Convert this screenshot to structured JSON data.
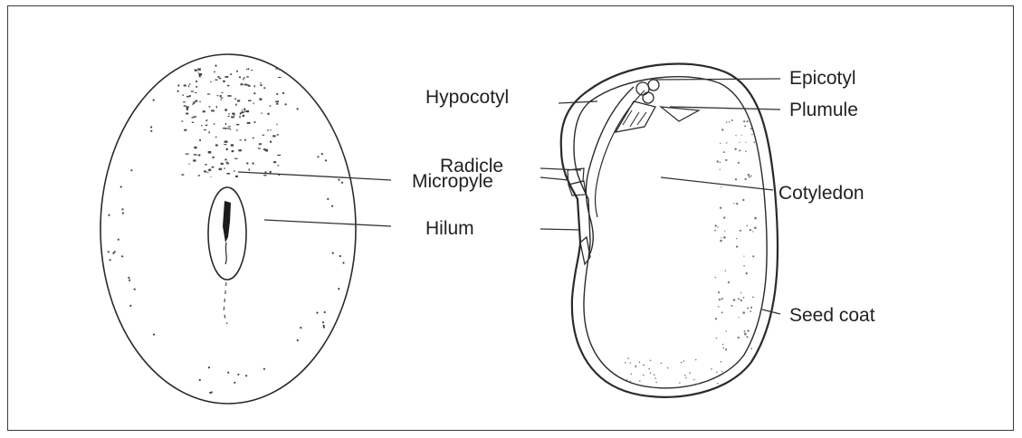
{
  "labels": {
    "epicotyl": "Epicotyl",
    "hypocotyl": "Hypocotyl",
    "plumule": "Plumule",
    "radicle": "Radicle",
    "micropyle": "Micropyle",
    "cotyledon": "Cotyledon",
    "hilum": "Hilum",
    "seed_coat": "Seed coat"
  }
}
